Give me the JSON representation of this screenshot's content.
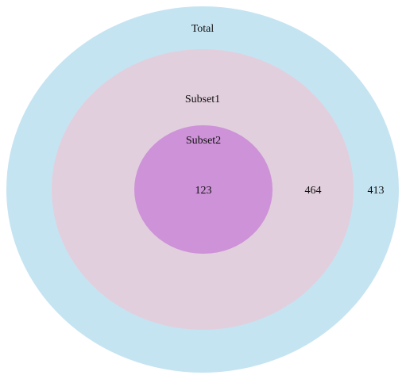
{
  "diagram": {
    "type": "nested-venn",
    "sets": [
      {
        "name": "Total",
        "exclusive_count": "413",
        "color": "#c5e4f2"
      },
      {
        "name": "Subset1",
        "exclusive_count": "464",
        "color": "#e2cfdd"
      },
      {
        "name": "Subset2",
        "exclusive_count": "123",
        "color": "#cd92d8"
      }
    ]
  }
}
